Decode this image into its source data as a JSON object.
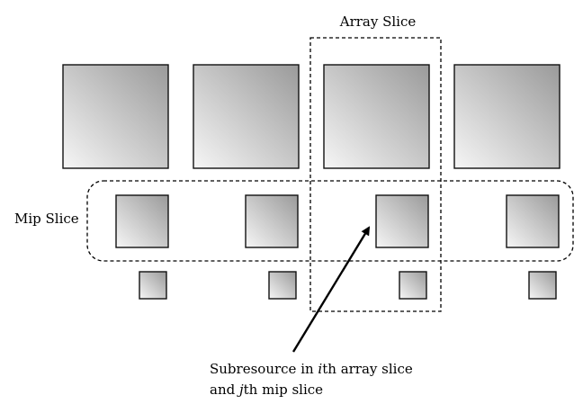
{
  "labels": {
    "array_slice": "Array Slice",
    "mip_slice": "Mip Slice",
    "callout_line1_pre": "Subresource in ",
    "callout_line1_italic": "i",
    "callout_line1_post": "th array slice",
    "callout_line2_pre": "and ",
    "callout_line2_italic": "j",
    "callout_line2_post": "th mip slice"
  },
  "structure": {
    "array_slices": 4,
    "mip_levels": 3,
    "highlighted_array_slice": 3,
    "highlighted_mip_slice": 2
  },
  "colors": {
    "gradient_dark": "#9a9a9a",
    "gradient_light": "#f6f6f6",
    "outline": "#111111"
  }
}
